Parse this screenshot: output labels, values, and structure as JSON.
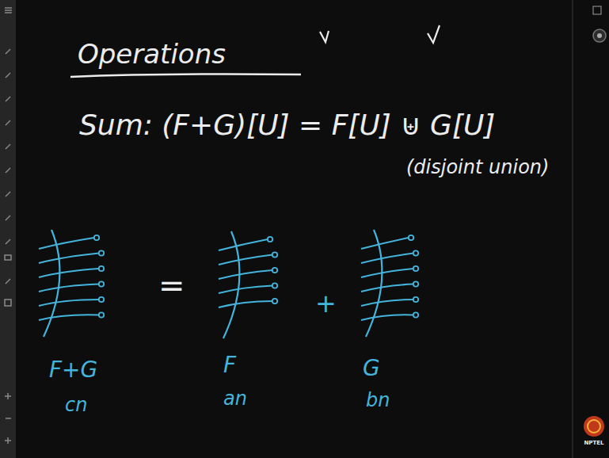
{
  "diagram": {
    "title": "Operations",
    "labels": [
      "Sum: (F+G)[U] = F[U] ⊎ G[U]",
      "(disjoint union)",
      "=",
      "+",
      "F+G",
      "F",
      "G",
      "cn",
      "an",
      "bn",
      "NPTEL"
    ]
  }
}
